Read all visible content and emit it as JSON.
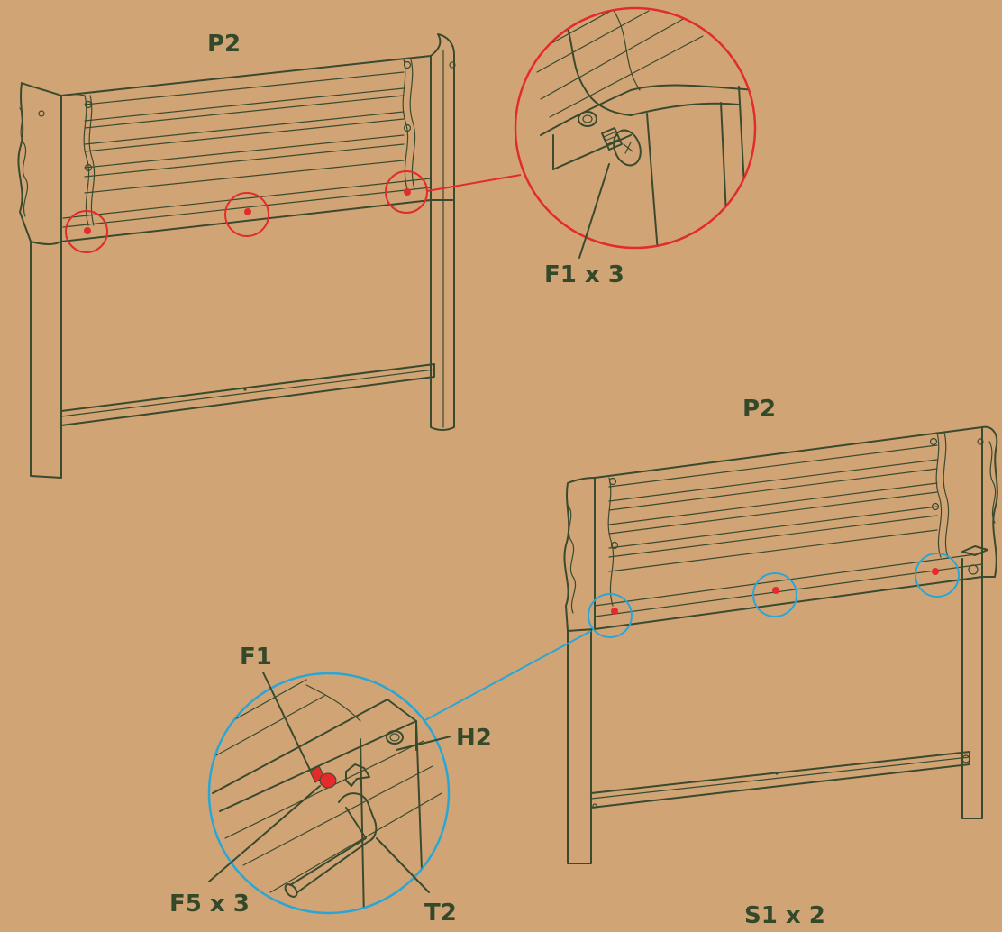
{
  "labels": {
    "top_panel": "P2",
    "top_callout": "F1 x 3",
    "bottom_panel": "P2",
    "f1": "F1",
    "h2": "H2",
    "f5": "F5 x 3",
    "t2": "T2",
    "s1": "S1 x 2"
  },
  "colors": {
    "background": "#d1a476",
    "line": "#3a4a2e",
    "text": "#34482a",
    "highlight_red": "#e32b2b",
    "highlight_blue": "#2aa6d6"
  }
}
